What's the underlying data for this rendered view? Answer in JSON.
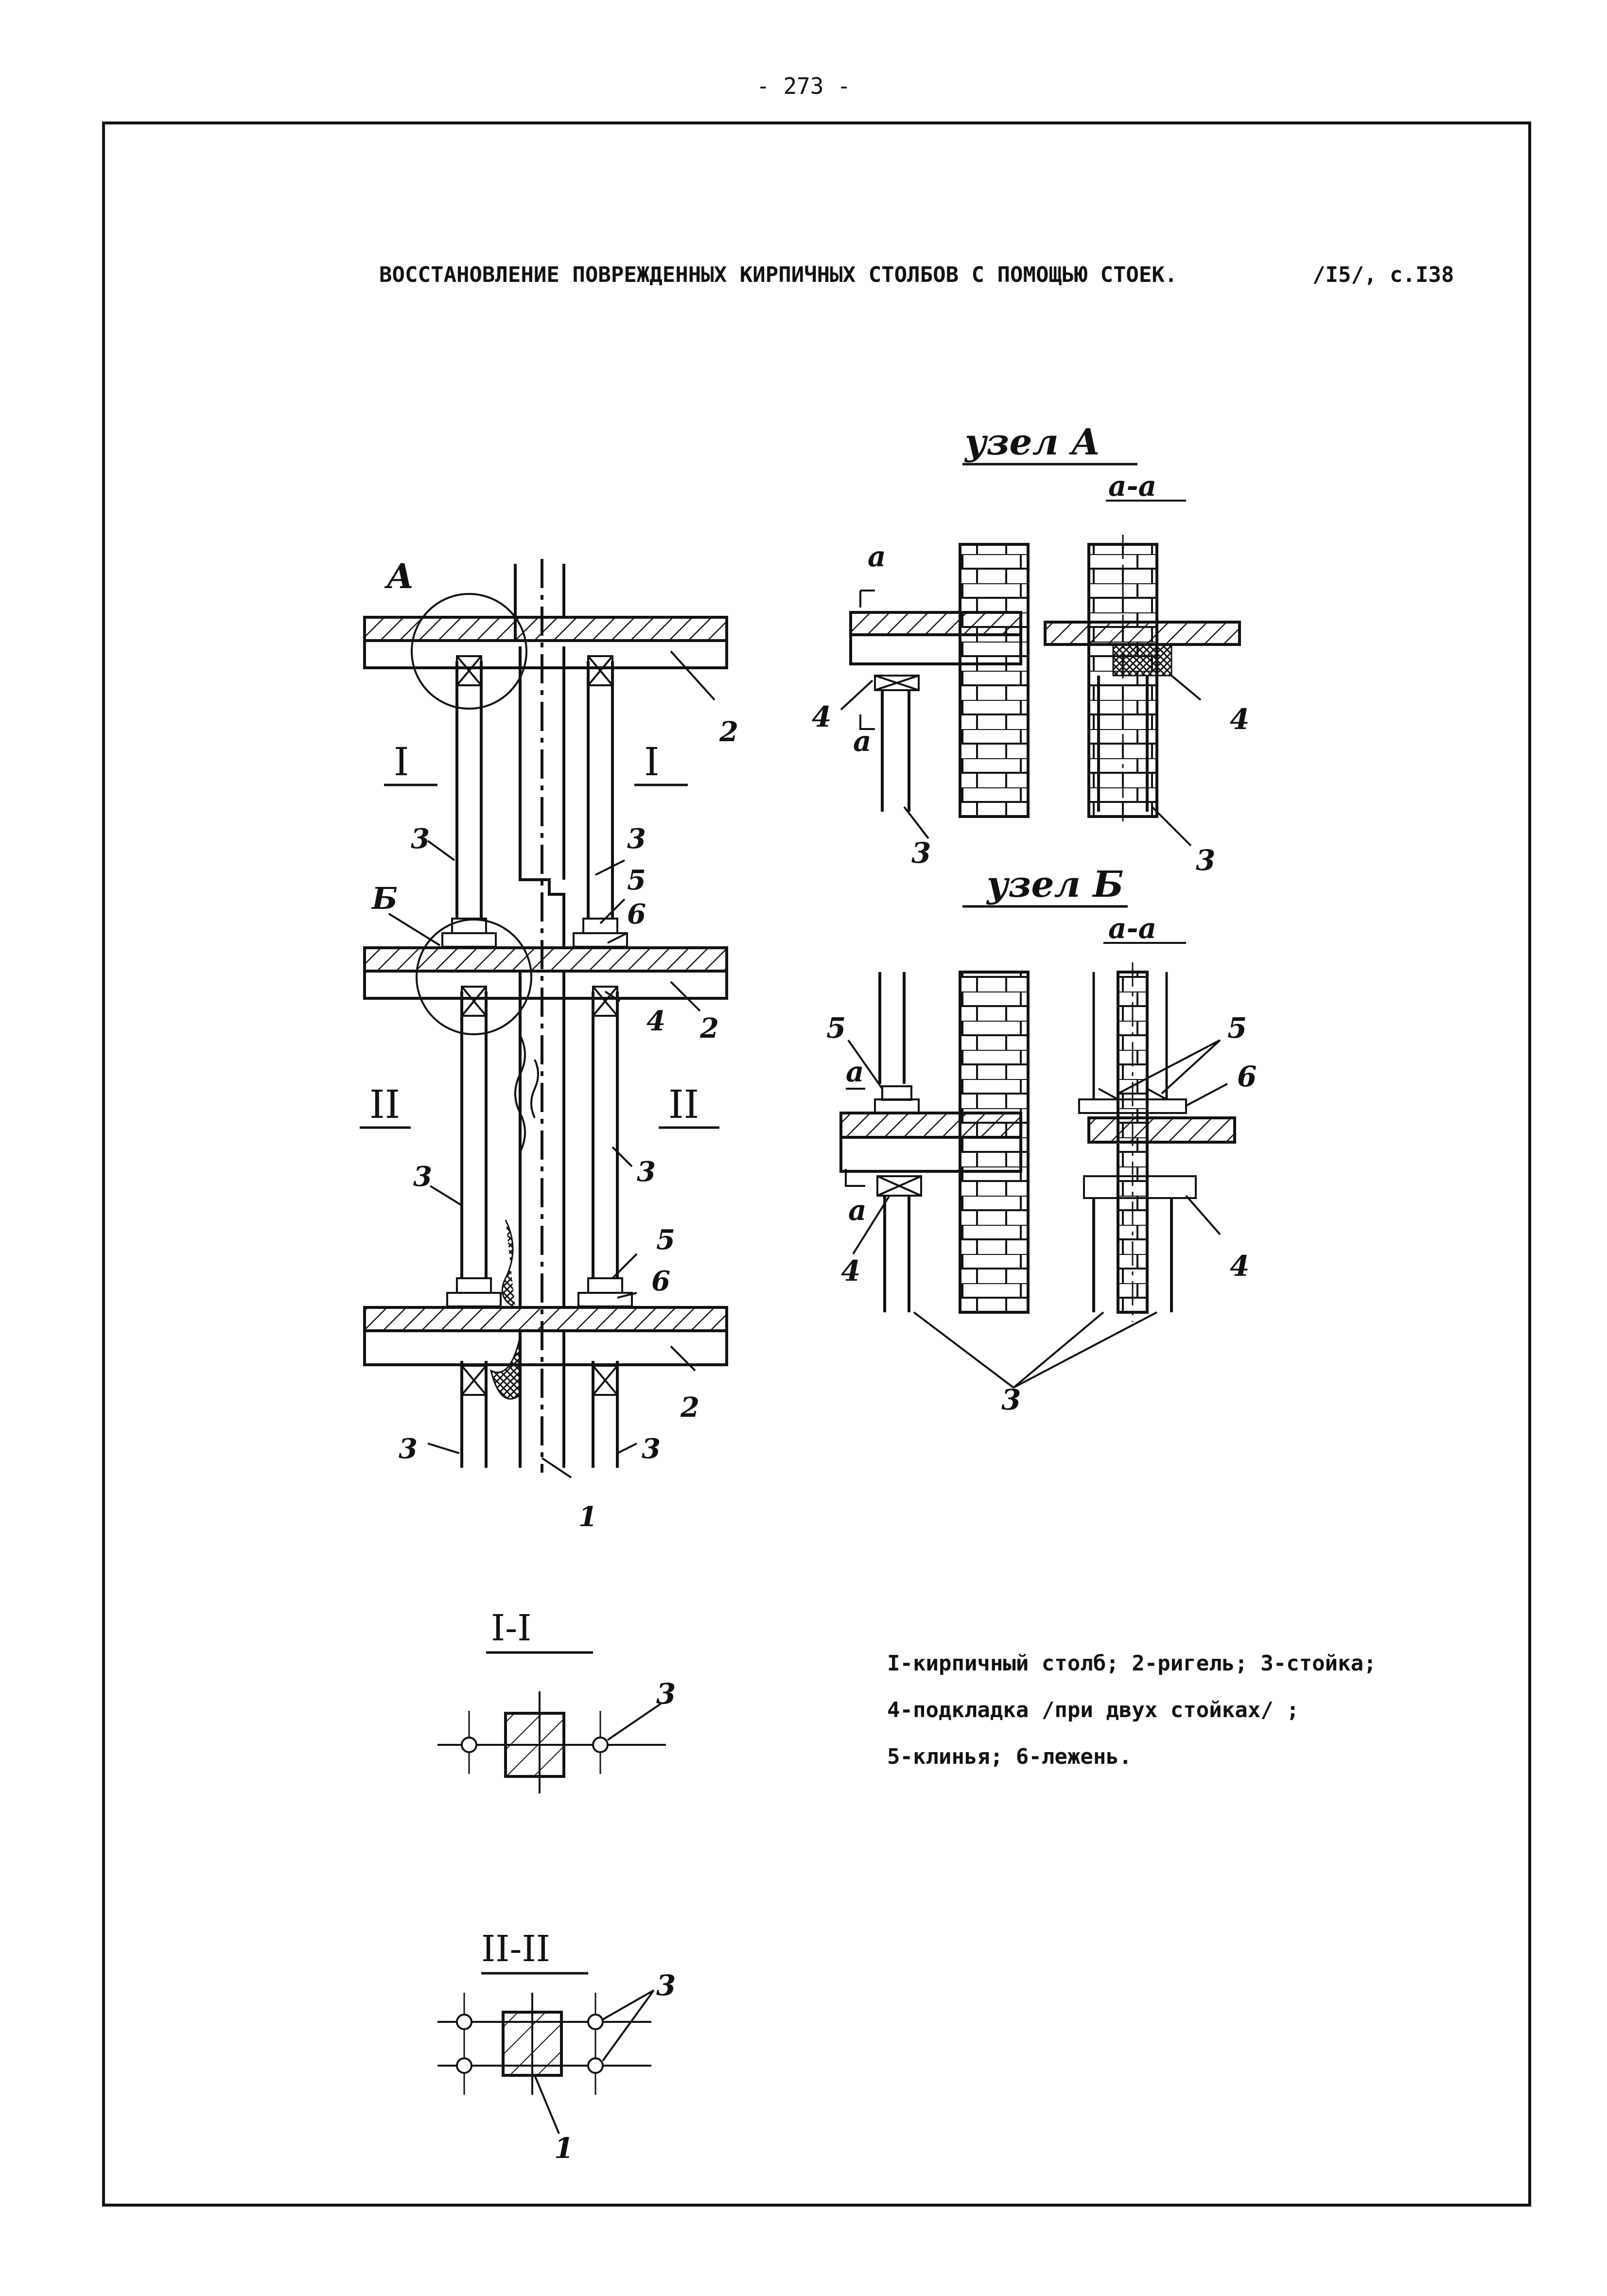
{
  "page_number": "- 273 -",
  "title": "ВОССТАНОВЛЕНИЕ ПОВРЕЖДЕННЫХ КИРПИЧНЫХ СТОЛБОВ С ПОМОЩЬЮ СТОЕК.",
  "reference": "/I5/, с.I38",
  "node_a_title": "узел А",
  "node_b_title": "узел Б",
  "section_aa": "а-а",
  "cut_label_a": "а",
  "circle_label_a": "А",
  "circle_label_b": "Б",
  "section_I": "I",
  "section_II": "II",
  "section_I_I": "I-I",
  "section_II_II": "II-II",
  "callouts": {
    "n1": "1",
    "n2": "2",
    "n3": "3",
    "n4": "4",
    "n5": "5",
    "n6": "6"
  },
  "legend": [
    "I-кирпичный столб; 2-ригель; 3-стойка;",
    "4-подкладка /при двух стойках/ ;",
    "5-клинья; 6-лежень."
  ]
}
